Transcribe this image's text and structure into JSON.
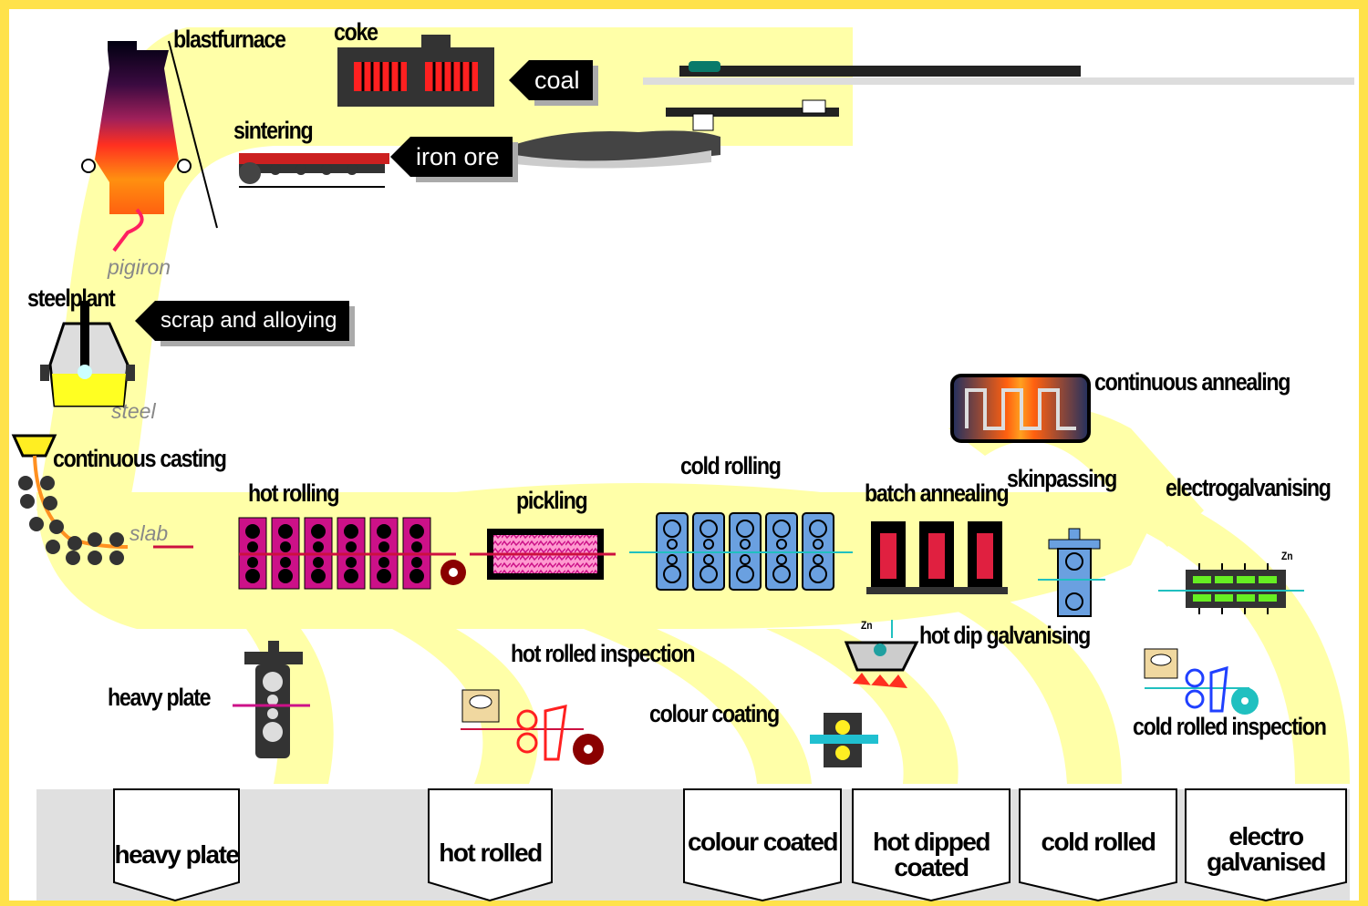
{
  "colors": {
    "background": "#ffe24a",
    "flow": "#ffffa8",
    "tray": "#e0e0e0",
    "hot_roll": "#cc1188",
    "cold_roll": "#6aa0e0",
    "steel": "#ffee22"
  },
  "process": {
    "blastfurnace": "blastfurnace",
    "coke": "coke",
    "coal": "coal",
    "sintering": "sintering",
    "iron_ore": "iron ore",
    "pigiron": "pigiron",
    "steelplant": "steelplant",
    "scrap_alloying": "scrap and alloying",
    "steel": "steel",
    "continuous_casting": "continuous casting",
    "slab": "slab",
    "hot_rolling": "hot rolling",
    "pickling": "pickling",
    "cold_rolling": "cold rolling",
    "continuous_annealing": "continuous annealing",
    "batch_annealing": "batch annealing",
    "skinpassing": "skinpassing",
    "electrogalvanising": "electrogalvanising",
    "zn_hot_dip": "Zn",
    "zn_electro": "Zn",
    "hot_dip_galvanising": "hot dip galvanising",
    "heavy_plate": "heavy plate",
    "hot_rolled_inspection": "hot rolled inspection",
    "colour_coating": "colour coating",
    "cold_rolled_inspection": "cold rolled inspection"
  },
  "products": {
    "heavy_plate": "heavy plate",
    "hot_rolled": "hot rolled",
    "colour_coated": "colour coated",
    "hot_dipped_1": "hot dipped",
    "hot_dipped_2": "coated",
    "cold_rolled": "cold rolled",
    "electro_1": "electro",
    "electro_2": "galvanised"
  }
}
